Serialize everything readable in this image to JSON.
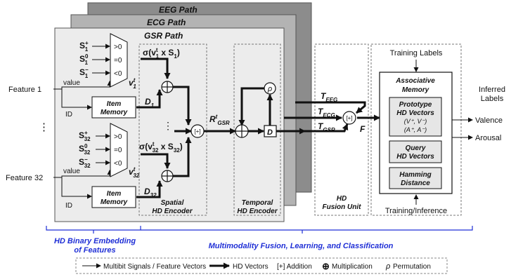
{
  "paths": {
    "eeg": "EEG Path",
    "ecg": "ECG Path",
    "gsr": "GSR Path"
  },
  "inputs": {
    "feature1": "Feature 1",
    "feature32": "Feature 32",
    "ellipsis": "⋮",
    "value": "value",
    "id": "ID"
  },
  "selector1": {
    "s_plus": "S",
    "s_plus_sup": "+",
    "s_plus_sub": "1",
    "s_zero": "S",
    "s_zero_sup": "0",
    "s_zero_sub": "1",
    "s_minus": "S",
    "s_minus_sup": "−",
    "s_minus_sub": "1",
    "gt": ">0",
    "eq": "=0",
    "lt": "<0",
    "v": "v",
    "v_sup": "t",
    "v_sub": "1"
  },
  "selector32": {
    "s_plus": "S",
    "s_plus_sup": "+",
    "s_plus_sub": "32",
    "s_zero": "S",
    "s_zero_sup": "0",
    "s_zero_sub": "32",
    "s_minus": "S",
    "s_minus_sup": "−",
    "s_minus_sub": "32",
    "gt": ">0",
    "eq": "=0",
    "lt": "<0",
    "v": "v",
    "v_sup": "t",
    "v_sub": "32"
  },
  "item_memory": {
    "line1": "Item",
    "line2": "Memory"
  },
  "spatial": {
    "sigma1": "σ(v",
    "sigma1_sup": "t",
    "sigma1_sub": "1",
    "sigma1_rest": " x S",
    "sigma1_rest_sub": "1",
    "sigma1_close": ")",
    "sigma32": "σ(v",
    "sigma32_sup": "t",
    "sigma32_sub": "32",
    "sigma32_rest": " x S",
    "sigma32_rest_sub": "32",
    "sigma32_close": ")",
    "d1": "D",
    "d1_sub": "1",
    "d32": "D",
    "d32_sub": "32",
    "dots": "⋮",
    "sum": "[+]",
    "label_line1": "Spatial",
    "label_line2": "HD Encoder"
  },
  "temporal": {
    "r": "R",
    "r_sup": "t",
    "r_sub": "GSR",
    "rho": "ρ",
    "d": "D",
    "label_line1": "Temporal",
    "label_line2": "HD Encoder"
  },
  "fusion": {
    "t_eeg": "T",
    "t_eeg_sub": "EEG",
    "t_ecg": "T",
    "t_ecg_sub": "ECG",
    "t_gsr": "T",
    "t_gsr_sub": "GSR",
    "sum": "[+]",
    "f": "F",
    "label_line1": "HD",
    "label_line2": "Fusion Unit"
  },
  "assoc": {
    "training_labels": "Training Labels",
    "title_line1": "Associative",
    "title_line2": "Memory",
    "proto_line1": "Prototype",
    "proto_line2": "HD Vectors",
    "proto_line3": "(V⁺, V⁻)",
    "proto_line4": "(A⁺, A⁻)",
    "query_line1": "Query",
    "query_line2": "HD Vectors",
    "ham_line1": "Hamming",
    "ham_line2": "Distance",
    "training_inference": "Training/Inference"
  },
  "outputs": {
    "inferred_line1": "Inferred",
    "inferred_line2": "Labels",
    "valence": "Valence",
    "arousal": "Arousal"
  },
  "stages": {
    "embedding_line1": "HD Binary Embedding",
    "embedding_line2": "of Features",
    "fusion": "Multimodality  Fusion, Learning, and Classification"
  },
  "legend": {
    "multibit": "Multibit Signals / Feature Vectors",
    "hd": "HD Vectors",
    "addition": "[+] Addition",
    "multiplication": "Multiplication",
    "permutation": "Permutation",
    "rho": "ρ",
    "circle_plus": "⊕"
  },
  "colors": {
    "stage_blue": "#1f2fd6",
    "panel_eeg": "#8c8c8c",
    "panel_ecg": "#b3b3b3",
    "panel_gsr": "#ececec"
  }
}
